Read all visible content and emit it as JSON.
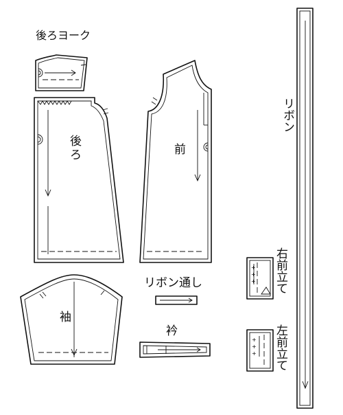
{
  "pieces": {
    "back_yoke": "後ろヨーク",
    "back_line1": "後",
    "back_line2": "ろ",
    "front": "前",
    "sleeve": "袖",
    "ribbon_loop": "リボン通し",
    "collar": "衿",
    "ribbon": "リボン",
    "right_placket": "右前立て",
    "left_placket": "左前立て"
  }
}
